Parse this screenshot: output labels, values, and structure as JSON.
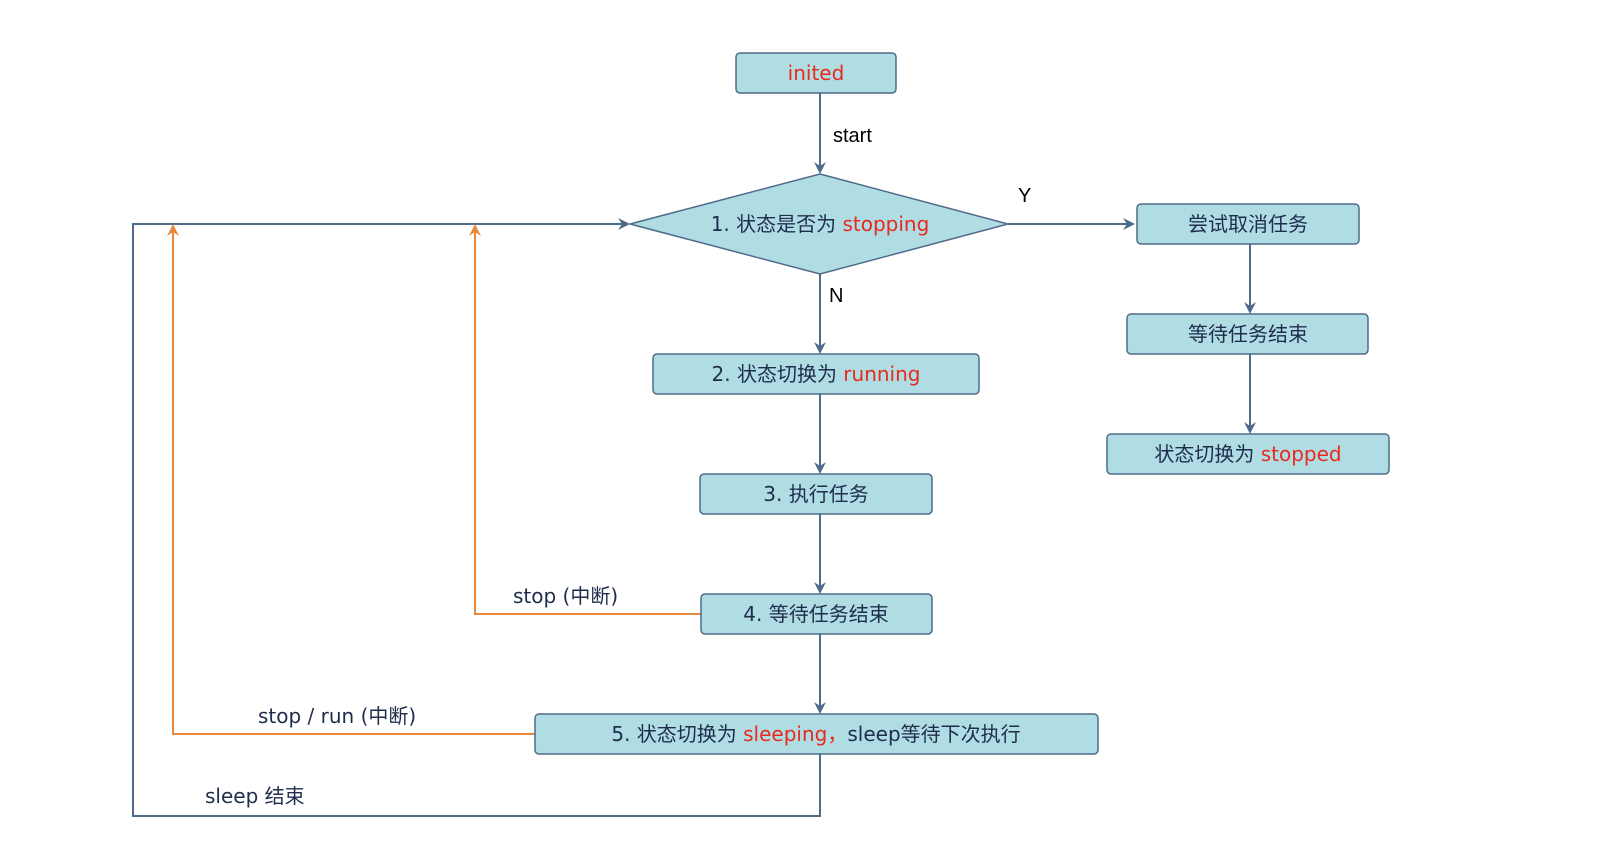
{
  "colors": {
    "node_fill": "#b0dde4",
    "node_stroke": "#4e6b8a",
    "highlight_text": "#e8291c",
    "text": "#1f2d4d",
    "edge_main": "#4e6b8a",
    "edge_interrupt": "#e8883a"
  },
  "nodes": {
    "inited": {
      "label": "inited"
    },
    "check_stopping": {
      "prefix": "1. 状态是否为 ",
      "highlight": "stopping"
    },
    "switch_running": {
      "prefix": "2. 状态切换为 ",
      "highlight": "running"
    },
    "execute_task": {
      "label": "3. 执行任务"
    },
    "wait_task_end": {
      "label": "4. 等待任务结束"
    },
    "switch_sleeping": {
      "prefix": "5. 状态切换为 ",
      "highlight": "sleeping，",
      "suffix": "sleep等待下次执行"
    },
    "try_cancel": {
      "label": "尝试取消任务"
    },
    "wait_task_end_branch": {
      "label": "等待任务结束"
    },
    "switch_stopped": {
      "prefix": "状态切换为 ",
      "highlight": "stopped"
    }
  },
  "edges": {
    "start": "start",
    "yes": "Y",
    "no": "N",
    "interrupt_stop": "stop (中断)",
    "interrupt_stop_run": "stop / run (中断)",
    "sleep_end": "sleep 结束"
  }
}
